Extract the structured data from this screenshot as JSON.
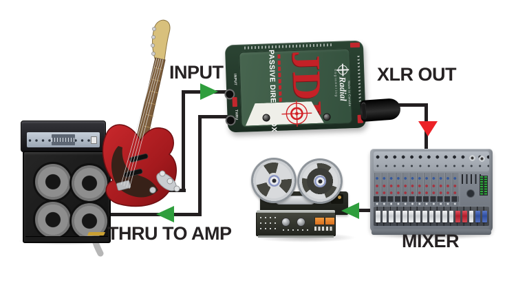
{
  "labels": {
    "input": "INPUT",
    "xlr_out": "XLR OUT",
    "thru_to_amp": "THRU TO AMP",
    "mixer": "MIXER"
  },
  "di_box": {
    "model": "JDI",
    "faceplate_title": "PASSIVE DIRECT BOX",
    "brand": "Radial",
    "brand_sub": "engineering",
    "made_in": "Made in Canada",
    "jack_labels": [
      "INPUT",
      "THRU"
    ]
  },
  "colors": {
    "wire": "#231f20",
    "arrow_green": "#2f9e3d",
    "arrow_red": "#ec2227",
    "di_green": "#3c5a45",
    "di_red": "#c42127",
    "label_text": "#262223"
  }
}
